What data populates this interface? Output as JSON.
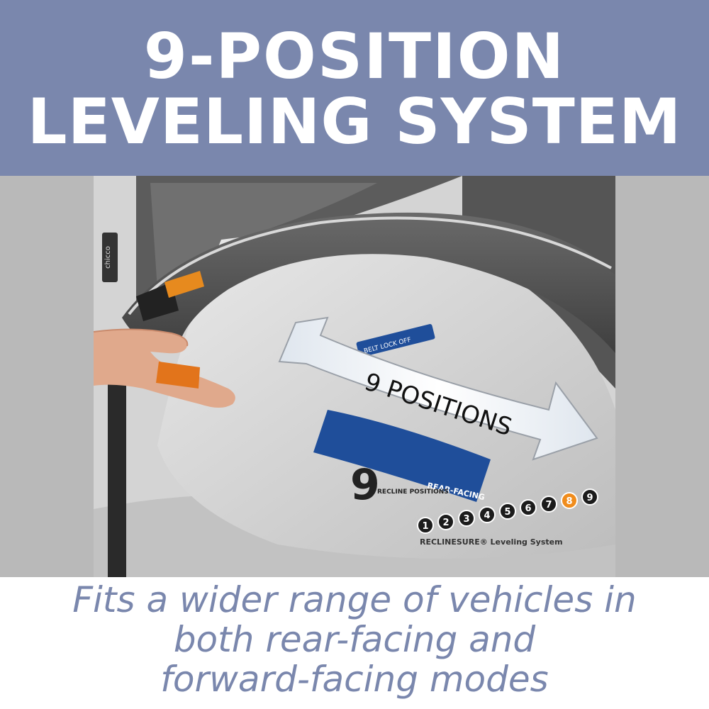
{
  "banner": {
    "line1": "9-POSITION",
    "line2": "LEVELING SYSTEM",
    "color": "#7a87ad"
  },
  "photo": {
    "arrow_label": "9 POSITIONS",
    "dial_numbers": [
      "1",
      "2",
      "3",
      "4",
      "5",
      "6",
      "7",
      "8",
      "9"
    ],
    "dial_selected": "8",
    "dial_caption": "RECLINESURE® Leveling System",
    "badge_digit": "9",
    "badge_text": "RECLINE POSITIONS",
    "label_rear": "REAR-FACING",
    "label_beltlock": "BELT LOCK OFF",
    "brand_tag": "chicco"
  },
  "caption": {
    "line1": "Fits a wider range of vehicles in",
    "line2": "both rear-facing and",
    "line3": "forward-facing modes",
    "color": "#7a87ad"
  }
}
